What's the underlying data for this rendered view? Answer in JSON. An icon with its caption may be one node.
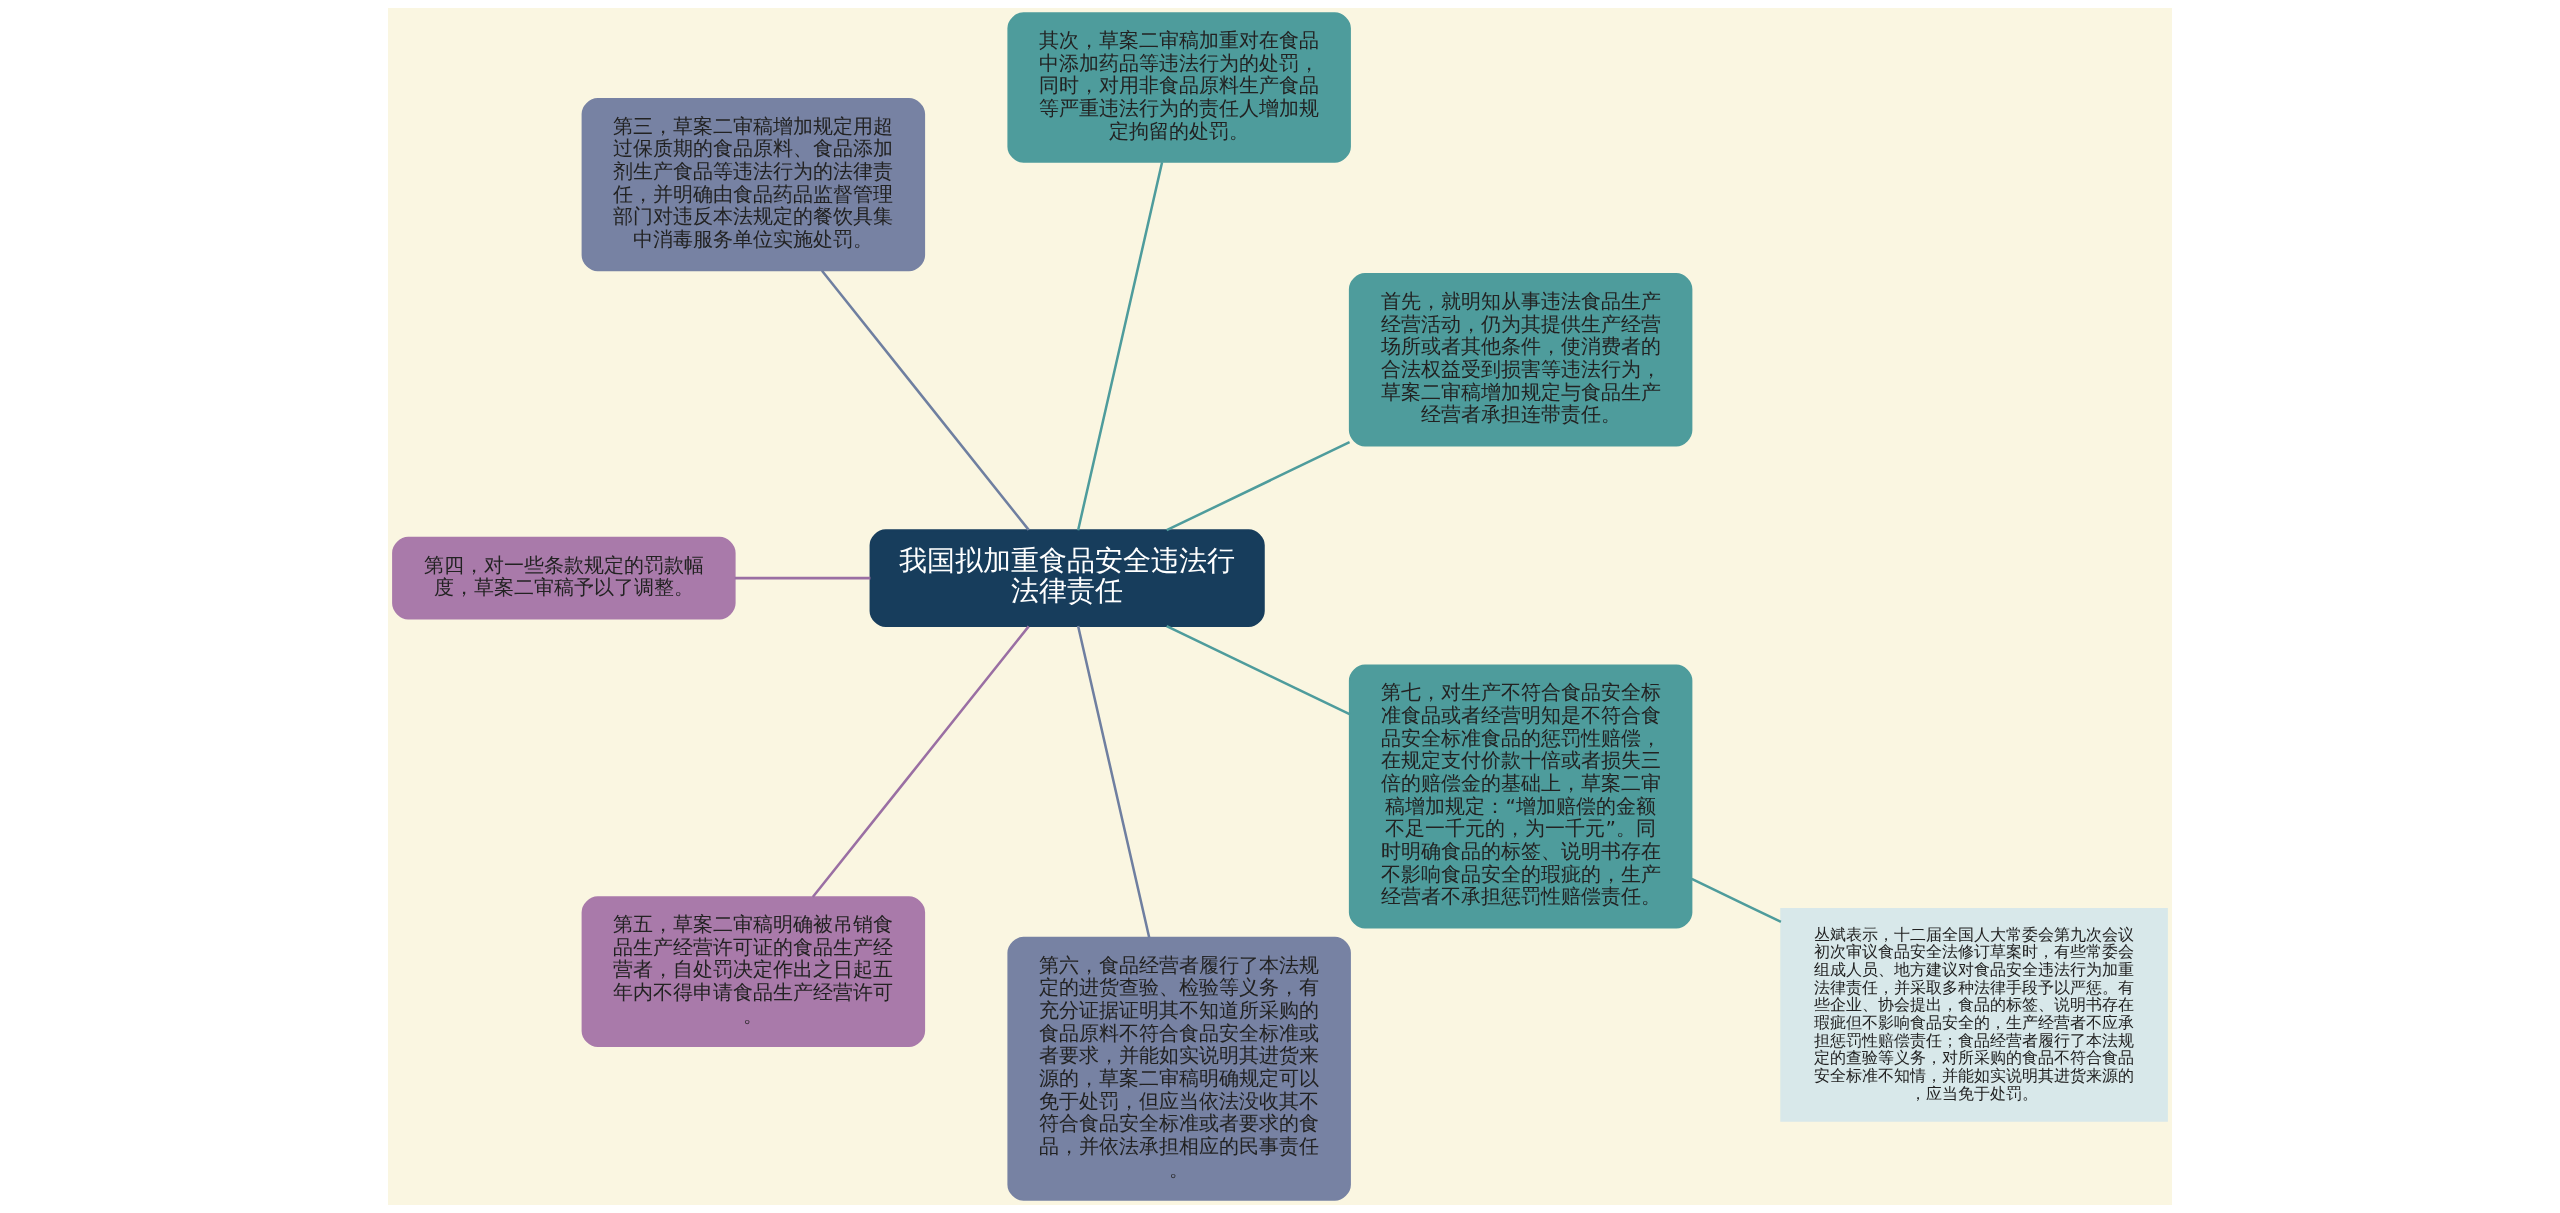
{
  "diagram": {
    "nodes": [
      {
        "text": [
          "我国拟加重食品安全违法行法律责任"
        ]
      },
      {
        "text": [
          "首先，就明知从事违法食品生产经营活动，仍为其提供生产经营场所或者其他条件，使消费者的合法权益受到损害等违法行为，草案二审稿增加规定与食品生产经营者承担连带责任。"
        ]
      },
      {
        "text": [
          "其次，草案二审稿加重对在食品中添加药品等违法行为的处罚，同时，对用非食品原料生产食品等严重违法行为的责任人增加规定拘留的处罚。"
        ]
      },
      {
        "text": [
          "第三，草案二审稿增加规定用超过保质期的食品原料、食品添加剂生产食品等违法行为的法律责任，并明确由食品药品监督管理部门对违反本法规定的餐饮具集中消毒服务单位实施处罚。"
        ]
      },
      {
        "text": [
          "第四，对一些条款规定的罚款幅度，草案二审稿予以了调整。"
        ]
      },
      {
        "text": [
          "第五，草案二审稿明确被吊销食品生产经营许可证的食品生产经营者，自处罚决定作出之日起五年内不得申请食品生产经营许可。"
        ]
      },
      {
        "text": [
          "第六，食品经营者履行了本法规定的进货查验、检验等义务，有充分证据证明其不知道所采购的食品原料不符合食品安全标准或者要求，并能如实说明其进货来源的，草案二审稿明确规定可以免于处罚，但应当依法没收其不符合食品安全标准或者要求的食品，并依法承担相应的民事责任。"
        ]
      },
      {
        "text": [
          "第七，对生产不符合食品安全标准食品或者经营明知是不符合食品安全标准食品的惩罚性赔偿，在规定支付价款十倍或者损失三倍的赔偿金的基础上，草案二审稿增加规定：“增加赔偿的金额不足一千元的，为一千元”。同时明确食品的标签、说明书存在不影响食品安全的瑕疵的，生产经营者不承担惩罚性赔偿责任。"
        ]
      },
      {
        "text": [
          "丛斌表示，十二届全国人大常委会第九次会议初次审议食品安全法修订草案时，有些常委会组成人员、地方建议对食品安全违法行为加重法律责任，并采取多种法律手段予以严惩。有些企业、协会提出，食品的标签、说明书存在瑕疵但不影响食品安全的，生产经营者不应承担惩罚性赔偿责任；食品经营者履行了本法规定的查验等义务，对所采购的食品不符合食品安全标准不知情，并能如实说明其进货来源的，应当免于处罚。"
        ]
      }
    ],
    "edges": [
      {
        "from": 0,
        "to": 1,
        "arrow": "none"
      },
      {
        "from": 0,
        "to": 2,
        "arrow": "none"
      },
      {
        "from": 0,
        "to": 3,
        "arrow": "none",
        "color": "#6f7fa0"
      },
      {
        "from": 0,
        "to": 4,
        "arrow": "none",
        "color": "#9a6fa3"
      },
      {
        "from": 0,
        "to": 5,
        "arrow": "none",
        "color": "#9a6fa3"
      },
      {
        "from": 0,
        "to": 6,
        "arrow": "none",
        "color": "#6f7fa0"
      },
      {
        "from": 0,
        "to": 7,
        "arrow": "none"
      },
      {
        "from": 7,
        "to": 8,
        "arrow": "none"
      }
    ]
  }
}
